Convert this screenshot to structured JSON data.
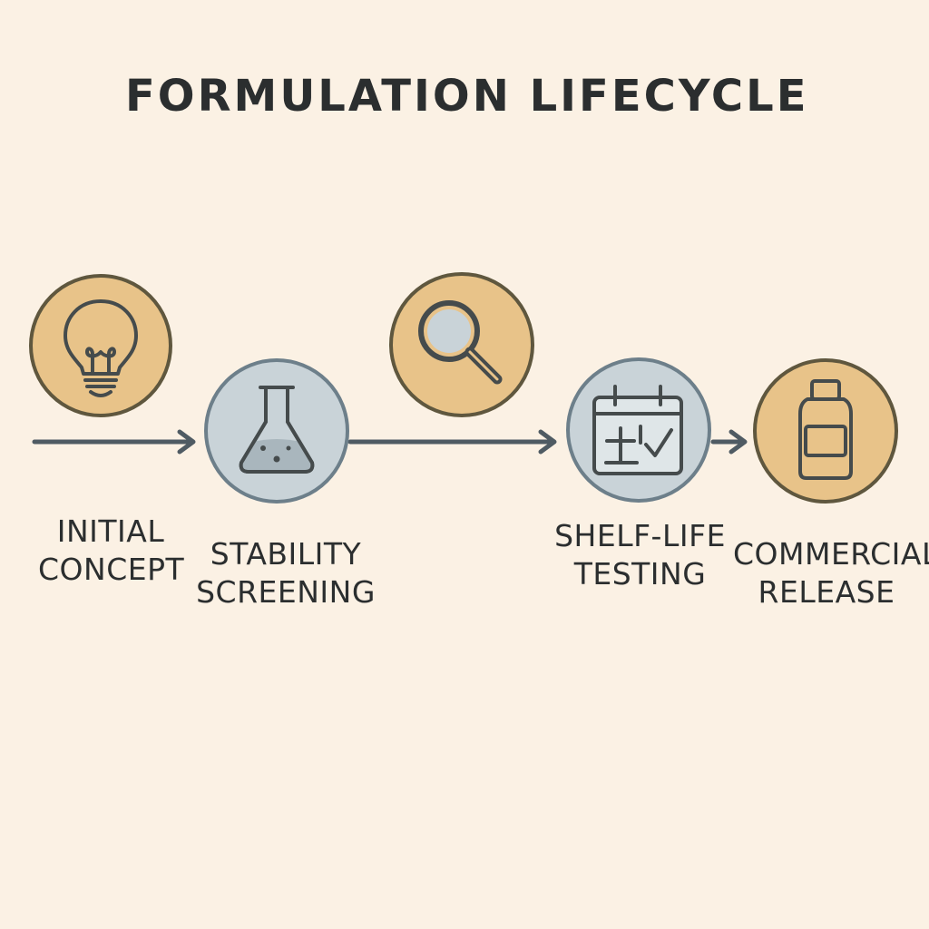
{
  "title": "FORMULATION LIFECYCLE",
  "colors": {
    "background": "#fbf1e4",
    "gold_fill": "#e8c389",
    "gold_ring": "#5f573e",
    "blue_fill": "#c9d3d8",
    "blue_ring": "#6d7f8a",
    "icon_stroke": "#454b4c",
    "arrow": "#4f5b63",
    "text": "#2b2e2f"
  },
  "nodes": [
    {
      "id": "initial-concept",
      "icon": "lightbulb-icon",
      "theme": "gold",
      "label_lines": [
        "INITIAL",
        "CONCEPT"
      ]
    },
    {
      "id": "stability-screening",
      "icon": "flask-icon",
      "theme": "blue",
      "label_lines": [
        "STABILITY",
        "SCREENING"
      ]
    },
    {
      "id": "analysis",
      "icon": "magnifier-icon",
      "theme": "gold",
      "label_lines": []
    },
    {
      "id": "shelf-life-testing",
      "icon": "calendar-check-icon",
      "theme": "blue",
      "label_lines": [
        "SHELF-LIFE",
        "TESTING"
      ]
    },
    {
      "id": "commercial-release",
      "icon": "bottle-icon",
      "theme": "gold",
      "label_lines": [
        "COMMERCIAL",
        "RELEASE"
      ]
    }
  ]
}
